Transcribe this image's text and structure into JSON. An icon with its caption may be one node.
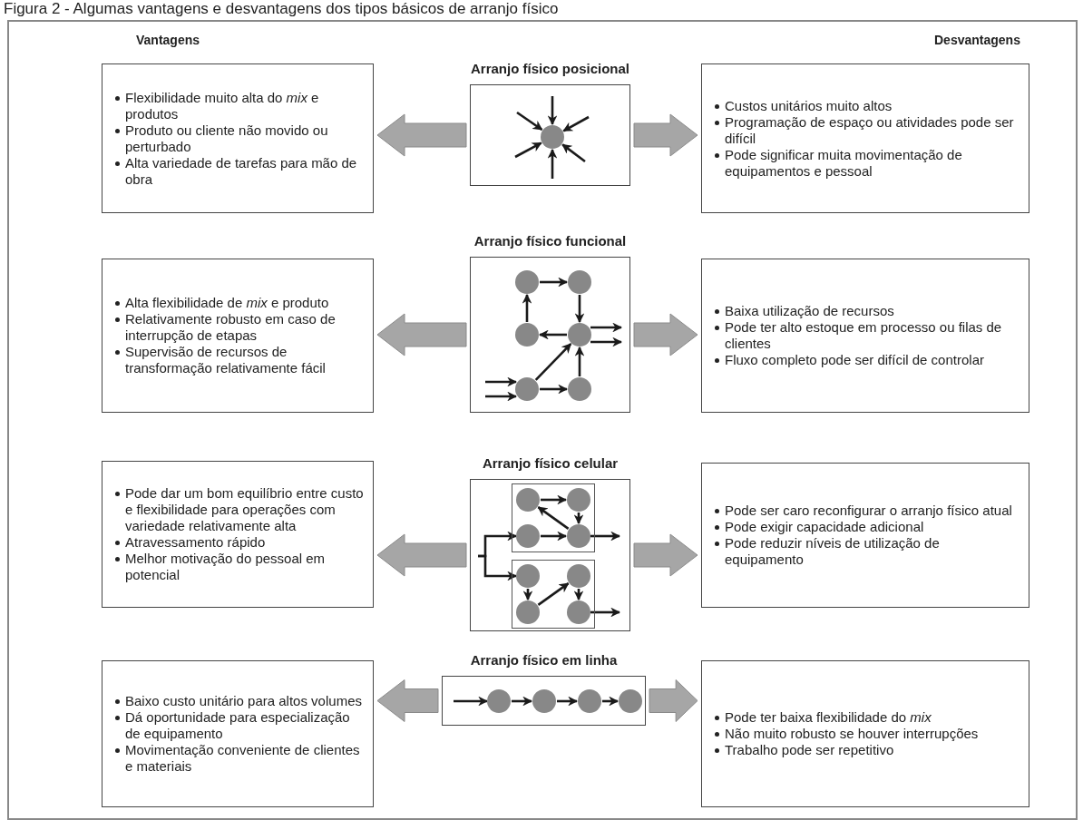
{
  "diagram": {
    "title": "Figura 2 - Algumas vantagens e desvantagens dos tipos básicos de arranjo físico",
    "nodes": [
      {
        "text": [
          "Flexibilidade muito alta do *mix* e produtos",
          "Produto ou cliente não movido ou perturbado",
          "Alta variedade de tarefas para mão de obra"
        ]
      },
      {
        "text": [
          "Arranjo físico posicional"
        ]
      },
      {
        "text": [],
        "shape": "circle",
        "in": 1
      },
      {
        "text": [
          "Custos unitários muito altos",
          "Programação de espaço ou atividades pode ser difícil",
          "Pode significar muita movimentação de equipamentos e pessoal"
        ]
      },
      {
        "text": [
          "Alta flexibilidade de *mix* e produto",
          "Relativamente robusto em caso de interrupção de etapas",
          "Supervisão de recursos de transformação relativamente fácil"
        ]
      },
      {
        "text": [
          "Arranjo físico funcional"
        ]
      },
      {
        "text": [],
        "shape": "circle",
        "in": 5
      },
      {
        "text": [],
        "shape": "circle",
        "in": 5
      },
      {
        "text": [],
        "shape": "circle",
        "in": 5
      },
      {
        "text": [],
        "shape": "circle",
        "in": 5
      },
      {
        "text": [],
        "shape": "circle",
        "in": 5
      },
      {
        "text": [],
        "shape": "circle",
        "in": 5
      },
      {
        "text": [
          "Baixa utilização de recursos",
          "Pode ter alto estoque em processo ou filas de clientes",
          "Fluxo completo pode ser difícil de controlar"
        ]
      },
      {
        "text": [
          "Pode dar um bom equilíbrio entre custo e flexibilidade para operações com variedade relativamente alta",
          "Atravessamento rápido",
          "Melhor motivação do pessoal em potencial"
        ]
      },
      {
        "text": [
          "Arranjo físico celular"
        ]
      },
      {
        "text": [],
        "shape": "box",
        "in": 14
      },
      {
        "text": [],
        "shape": "circle",
        "in": 15
      },
      {
        "text": [],
        "shape": "circle",
        "in": 15
      },
      {
        "text": [],
        "shape": "circle",
        "in": 15
      },
      {
        "text": [],
        "shape": "circle",
        "in": 15
      },
      {
        "text": [],
        "shape": "box",
        "in": 14
      },
      {
        "text": [],
        "shape": "circle",
        "in": 20
      },
      {
        "text": [],
        "shape": "circle",
        "in": 20
      },
      {
        "text": [],
        "shape": "circle",
        "in": 20
      },
      {
        "text": [],
        "shape": "circle",
        "in": 20
      },
      {
        "text": [
          "Pode ser caro reconfigurar o arranjo físico atual",
          "Pode exigir capacidade adicional",
          "Pode reduzir níveis de utilização de equipamento"
        ]
      },
      {
        "text": [
          "Baixo custo unitário para altos volumes",
          "Dá oportunidade para especialização de equipamento",
          "Movimentação conveniente de clientes e materiais"
        ]
      },
      {
        "text": [
          "Arranjo físico em linha"
        ]
      },
      {
        "text": [],
        "shape": "circle",
        "in": 27
      },
      {
        "text": [],
        "shape": "circle",
        "in": 27
      },
      {
        "text": [],
        "shape": "circle",
        "in": 27
      },
      {
        "text": [],
        "shape": "circle",
        "in": 27
      },
      {
        "text": [
          "Pode ter baixa flexibilidade do *mix*",
          "Não muito robusto se houver interrupções",
          "Trabalho pode ser repetitivo"
        ]
      }
    ],
    "edges": [
      {
        "from": 1,
        "to": 0,
        "arrow": "to",
        "style": "thick",
        "color": "#a6a6a6"
      },
      {
        "from": 1,
        "to": 3,
        "arrow": "to",
        "style": "thick",
        "color": "#a6a6a6"
      },
      {
        "from": null,
        "to": 2,
        "arrow": "to"
      },
      {
        "from": null,
        "to": 2,
        "arrow": "to"
      },
      {
        "from": null,
        "to": 2,
        "arrow": "to"
      },
      {
        "from": null,
        "to": 2,
        "arrow": "to"
      },
      {
        "from": null,
        "to": 2,
        "arrow": "to"
      },
      {
        "from": null,
        "to": 2,
        "arrow": "to"
      },
      {
        "from": 5,
        "to": 4,
        "arrow": "to",
        "style": "thick",
        "color": "#a6a6a6"
      },
      {
        "from": 5,
        "to": 12,
        "arrow": "to",
        "style": "thick",
        "color": "#a6a6a6"
      },
      {
        "from": 6,
        "to": 7,
        "arrow": "to"
      },
      {
        "from": 7,
        "to": 9,
        "arrow": "to"
      },
      {
        "from": 8,
        "to": 6,
        "arrow": "to"
      },
      {
        "from": 9,
        "to": 8,
        "arrow": "to"
      },
      {
        "from": 10,
        "to": 9,
        "arrow": "to"
      },
      {
        "from": 10,
        "to": 11,
        "arrow": "to"
      },
      {
        "from": 11,
        "to": 9,
        "arrow": "to"
      },
      {
        "from": null,
        "to": 10,
        "arrow": "to"
      },
      {
        "from": null,
        "to": 10,
        "arrow": "to"
      },
      {
        "from": 9,
        "to": null,
        "arrow": "to"
      },
      {
        "from": 9,
        "to": null,
        "arrow": "to"
      },
      {
        "from": 14,
        "to": 13,
        "arrow": "to",
        "style": "thick",
        "color": "#a6a6a6"
      },
      {
        "from": 14,
        "to": 25,
        "arrow": "to",
        "style": "thick",
        "color": "#a6a6a6"
      },
      {
        "from": 16,
        "to": 17,
        "arrow": "to"
      },
      {
        "from": 17,
        "to": 19,
        "arrow": "to"
      },
      {
        "from": 19,
        "to": 16,
        "arrow": "to"
      },
      {
        "from": 18,
        "to": 19,
        "arrow": "to"
      },
      {
        "from": 19,
        "to": null,
        "arrow": "to"
      },
      {
        "from": 21,
        "to": 23,
        "arrow": "to"
      },
      {
        "from": 23,
        "to": 22,
        "arrow": "to"
      },
      {
        "from": 22,
        "to": 24,
        "arrow": "to"
      },
      {
        "from": 24,
        "to": null,
        "arrow": "to"
      },
      {
        "from": null,
        "to": 18,
        "arrow": "to"
      },
      {
        "from": null,
        "to": 21,
        "arrow": "to"
      },
      {
        "from": 27,
        "to": 26,
        "arrow": "to",
        "style": "thick",
        "color": "#a6a6a6"
      },
      {
        "from": 27,
        "to": 32,
        "arrow": "to",
        "style": "thick",
        "color": "#a6a6a6"
      },
      {
        "from": null,
        "to": 28,
        "arrow": "to"
      },
      {
        "from": 28,
        "to": 29,
        "arrow": "to"
      },
      {
        "from": 29,
        "to": 30,
        "arrow": "to"
      },
      {
        "from": 30,
        "to": 31,
        "arrow": "to"
      }
    ],
    "labels": [
      "Vantagens",
      "Desvantagens"
    ]
  }
}
